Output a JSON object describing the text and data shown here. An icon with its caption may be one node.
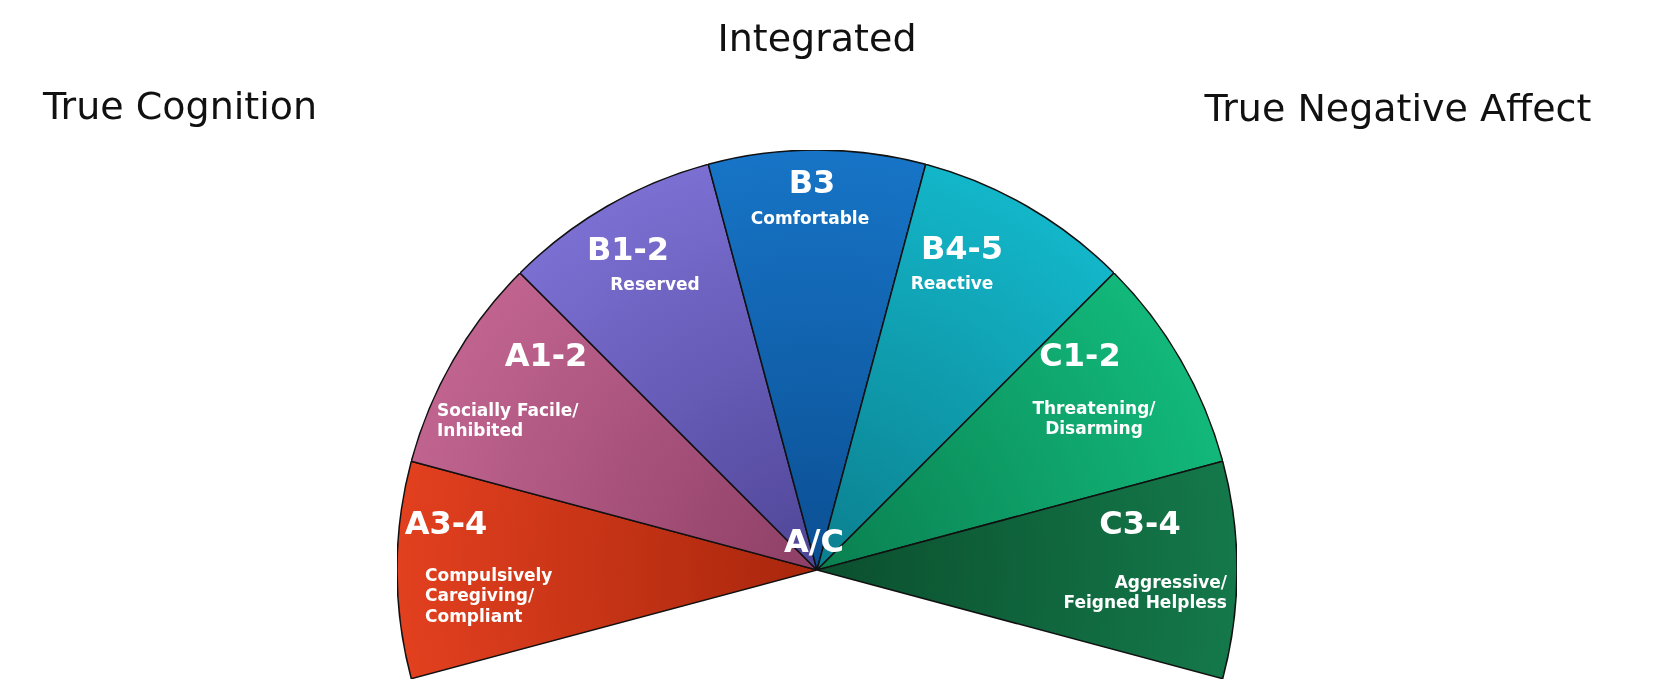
{
  "diagram": {
    "title": "Integrated",
    "nodes": [
      {
        "text": [
          "A3-4",
          "Compulsively Caregiving/ Compliant"
        ]
      },
      {
        "text": [
          "A1-2",
          "Socially Facile/ Inhibited"
        ]
      },
      {
        "text": [
          "B1-2",
          "Reserved"
        ]
      },
      {
        "text": [
          "B3",
          "Comfortable"
        ]
      },
      {
        "text": [
          "B4-5",
          "Reactive"
        ]
      },
      {
        "text": [
          "C1-2",
          "Threatening/ Disarming"
        ]
      },
      {
        "text": [
          "C3-4",
          "Aggressive/ Feigned Helpless"
        ]
      }
    ],
    "edges": [],
    "labels": [
      "True Cognition",
      "True Negative Affect",
      "A/C"
    ]
  }
}
